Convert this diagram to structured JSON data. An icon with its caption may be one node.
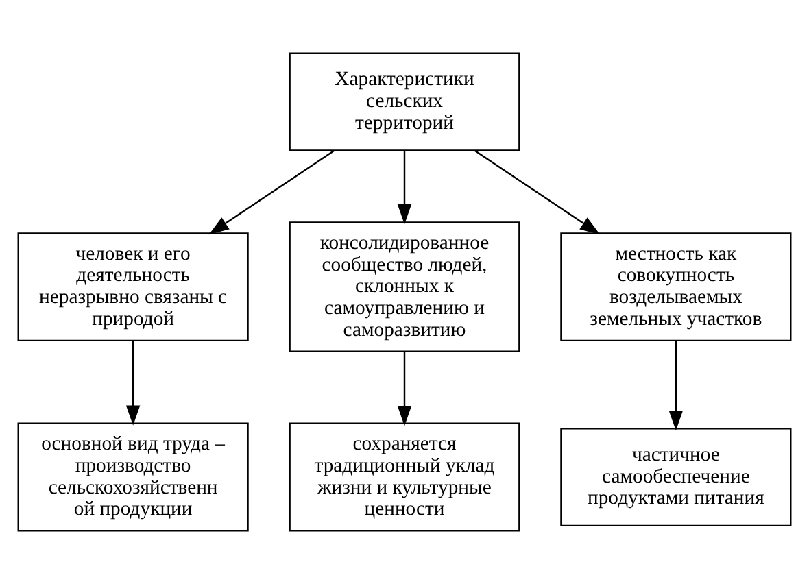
{
  "diagram": {
    "nodes": [
      {
        "text": [
          "Характеристики сельских территорий"
        ]
      },
      {
        "text": [
          "человек и его деятельность неразрывно связаны с природой"
        ]
      },
      {
        "text": [
          "консолидированное сообщество людей, склонных к самоуправлению и саморазвитию"
        ]
      },
      {
        "text": [
          "местность как совокупность возделываемых земельных участков"
        ]
      },
      {
        "text": [
          "основной вид труда – производство сельскохозяйственн ой продукции"
        ]
      },
      {
        "text": [
          "сохраняется традиционный уклад жизни и культурные ценности"
        ]
      },
      {
        "text": [
          "частичное самообеспечение продуктами питания"
        ]
      }
    ],
    "edges": [
      {
        "from": 0,
        "to": 1,
        "arrow": "to"
      },
      {
        "from": 0,
        "to": 2,
        "arrow": "to"
      },
      {
        "from": 0,
        "to": 3,
        "arrow": "to"
      },
      {
        "from": 1,
        "to": 4,
        "arrow": "to"
      },
      {
        "from": 2,
        "to": 5,
        "arrow": "to"
      },
      {
        "from": 3,
        "to": 6,
        "arrow": "to"
      }
    ]
  }
}
